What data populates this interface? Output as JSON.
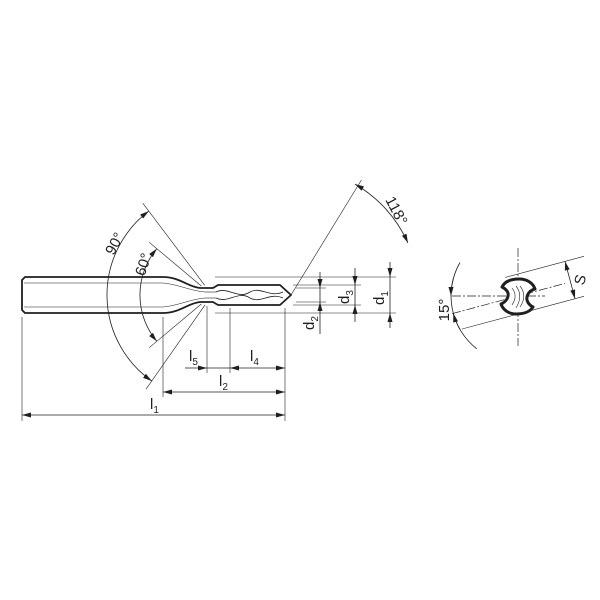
{
  "colors": {
    "line": "#1f1f1f",
    "background": "#ffffff"
  },
  "labels": {
    "angle_90": "90°",
    "angle_60": "60°",
    "angle_118": "118°",
    "angle_15": "15°",
    "across_flats": "S",
    "l1": {
      "main": "l",
      "sub": "1"
    },
    "l2": {
      "main": "l",
      "sub": "2"
    },
    "l4": {
      "main": "l",
      "sub": "4"
    },
    "l5": {
      "main": "l",
      "sub": "5"
    },
    "d1": {
      "main": "d",
      "sub": "1"
    },
    "d2": {
      "main": "d",
      "sub": "2"
    },
    "d3": {
      "main": "d",
      "sub": "3"
    }
  }
}
